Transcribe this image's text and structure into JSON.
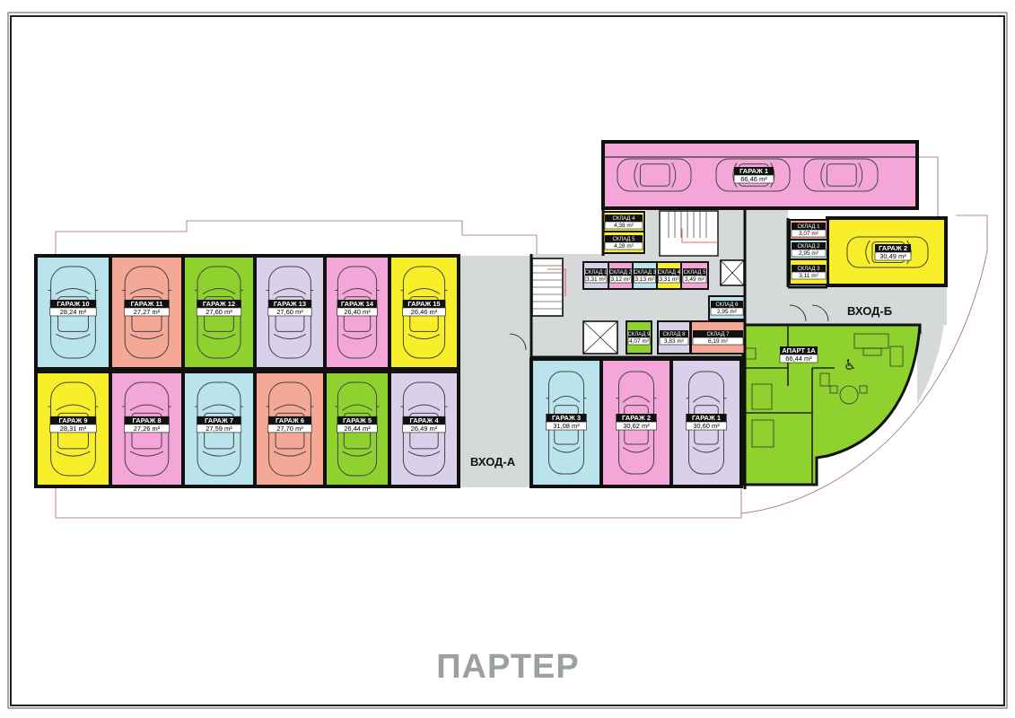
{
  "title": "ПАРТЕР",
  "entrances": {
    "a": "ВХОД-А",
    "b": "ВХОД-Б"
  },
  "colors": {
    "blue": "#b9e4ec",
    "salmon": "#f4a895",
    "green": "#8fd12e",
    "lavender": "#d9d0ea",
    "pink": "#f4a6d9",
    "yellow": "#f9ee2a",
    "gray": "#d6d9d9",
    "wall": "#111111"
  },
  "garages_top": [
    {
      "name": "ГАРАЖ 10",
      "area": "28,24 m²",
      "color": "blue"
    },
    {
      "name": "ГАРАЖ 11",
      "area": "27,27 m²",
      "color": "salmon"
    },
    {
      "name": "ГАРАЖ 12",
      "area": "27,60 m²",
      "color": "green"
    },
    {
      "name": "ГАРАЖ 13",
      "area": "27,60 m²",
      "color": "lavender"
    },
    {
      "name": "ГАРАЖ 14",
      "area": "26,40 m²",
      "color": "pink"
    },
    {
      "name": "ГАРАЖ 15",
      "area": "26,46 m²",
      "color": "yellow"
    }
  ],
  "garages_bottom": [
    {
      "name": "ГАРАЖ 9",
      "area": "28,31 m²",
      "color": "yellow"
    },
    {
      "name": "ГАРАЖ 8",
      "area": "27,26 m²",
      "color": "pink"
    },
    {
      "name": "ГАРАЖ 7",
      "area": "27,59 m²",
      "color": "blue"
    },
    {
      "name": "ГАРАЖ 6",
      "area": "27,70 m²",
      "color": "salmon"
    },
    {
      "name": "ГАРАЖ 5",
      "area": "26,44 m²",
      "color": "green"
    },
    {
      "name": "ГАРАЖ 4",
      "area": "26,49 m²",
      "color": "lavender"
    }
  ],
  "garages_mid": [
    {
      "name": "ГАРАЖ 3",
      "area": "31,08 m²",
      "color": "blue"
    },
    {
      "name": "ГАРАЖ 2",
      "area": "30,62 m²",
      "color": "pink"
    },
    {
      "name": "ГАРАЖ 1",
      "area": "30,60 m²",
      "color": "lavender"
    }
  ],
  "garage_top_right": {
    "name": "ГАРАЖ 1",
    "area": "66,46 m²",
    "color": "pink"
  },
  "garage_right": {
    "name": "ГАРАЖ 2",
    "area": "30,49 m²",
    "color": "yellow"
  },
  "apartment": {
    "name": "АПАРТ 1А",
    "area": "66,44 m²",
    "color": "green"
  },
  "storage": [
    {
      "name": "СКЛАД 4",
      "area": "4,38 m²",
      "color": "yellow"
    },
    {
      "name": "СКЛАД 5",
      "area": "4,28 m²",
      "color": "yellow"
    },
    {
      "name": "СКЛАД 1",
      "area": "3,31 m²",
      "color": "lavender"
    },
    {
      "name": "СКЛАД 2",
      "area": "3,12 m²",
      "color": "pink"
    },
    {
      "name": "СКЛАД 3",
      "area": "3,13 m²",
      "color": "blue"
    },
    {
      "name": "СКЛАД 4",
      "area": "3,31 m²",
      "color": "yellow"
    },
    {
      "name": "СКЛАД 5",
      "area": "3,49 m²",
      "color": "pink"
    },
    {
      "name": "СКЛАД 6",
      "area": "2,95 m²",
      "color": "blue"
    },
    {
      "name": "СКЛАД 9",
      "area": "4,07 m²",
      "color": "green"
    },
    {
      "name": "СКЛАД 8",
      "area": "3,83 m²",
      "color": "lavender"
    },
    {
      "name": "СКЛАД 7",
      "area": "6,19 m²",
      "color": "salmon"
    },
    {
      "name": "СКЛАД 1",
      "area": "3,07 m²",
      "color": "salmon"
    },
    {
      "name": "СКЛАД 2",
      "area": "2,95 m²",
      "color": "blue"
    },
    {
      "name": "СКЛАД 3",
      "area": "3,11 m²",
      "color": "yellow"
    }
  ]
}
